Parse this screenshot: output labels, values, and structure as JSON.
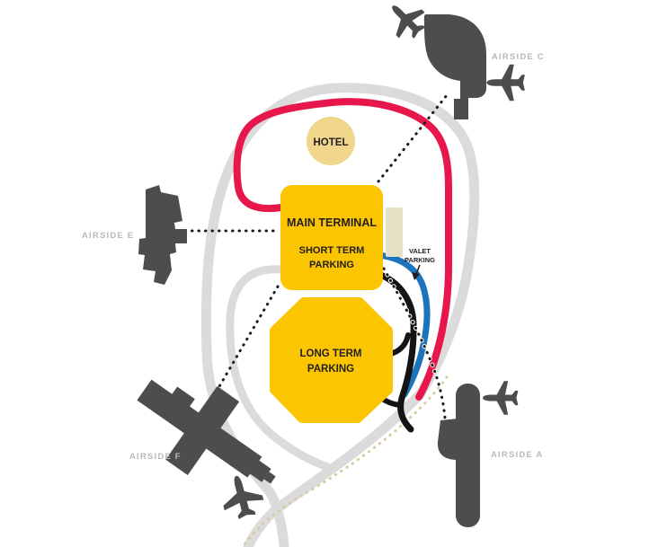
{
  "map": {
    "hotel_label": "HOTEL",
    "main_terminal": {
      "title": "MAIN TERMINAL",
      "sub1": "SHORT TERM",
      "sub2": "PARKING"
    },
    "long_term": {
      "line1": "LONG TERM",
      "line2": "PARKING"
    },
    "valet": {
      "line1": "VALET",
      "line2": "PARKING"
    },
    "airside_c": "AIRSIDE C",
    "airside_e": "AIRSIDE E",
    "airside_f": "AIRSIDE F",
    "airside_a": "AIRSIDE A"
  },
  "colors": {
    "terminal_yellow": "#FBC502",
    "hotel_yellow": "#F1D78C",
    "building_gray": "#4D4D4F",
    "road_gray": "#DBDBDB",
    "red_road": "#E8174B",
    "blue_road": "#1B74BC",
    "black_road": "#141414",
    "beige_structure": "#E6DFC6",
    "beige_dots": "#D9CBA2",
    "label_gray": "#B9B9B9",
    "text_dark": "#231F20",
    "shuttle_dot": "#1A1A1A"
  }
}
